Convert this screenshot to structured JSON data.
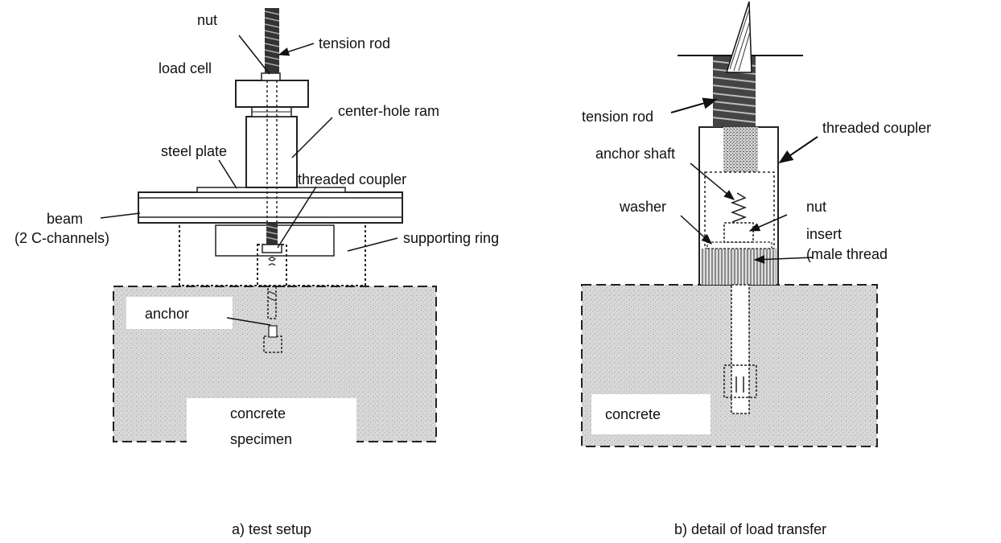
{
  "panel_a": {
    "labels": {
      "nut": "nut",
      "tension_rod": "tension rod",
      "load_cell": "load cell",
      "center_hole_ram": "center-hole ram",
      "steel_plate": "steel plate",
      "threaded_coupler": "threaded coupler",
      "beam_line1": "beam",
      "beam_line2": "(2 C-channels)",
      "supporting_ring": "supporting ring",
      "anchor": "anchor",
      "concrete_line1": "concrete",
      "concrete_line2": "specimen"
    },
    "caption": "a) test setup"
  },
  "panel_b": {
    "labels": {
      "tension_rod": "tension rod",
      "threaded_coupler": "threaded coupler",
      "anchor_shaft": "anchor shaft",
      "washer": "washer",
      "nut": "nut",
      "insert_line1": "insert",
      "insert_line2": "(male thread",
      "concrete": "concrete"
    },
    "caption": "b) detail of load transfer"
  }
}
